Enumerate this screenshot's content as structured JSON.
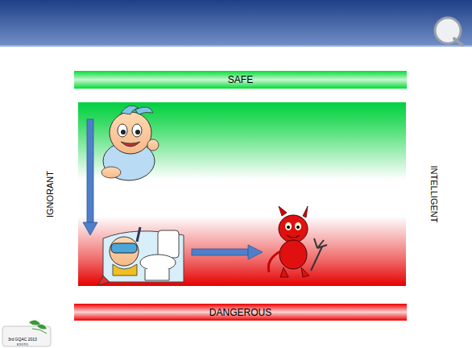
{
  "diagram": {
    "nodes": [
      {
        "text": [
          "SAFE"
        ]
      },
      {
        "text": [
          "DANGEROUS"
        ]
      }
    ],
    "labels": [
      "IGNORANT",
      "INTELLIGENT",
      "3rd GQAC 2013",
      "KYOTO"
    ]
  }
}
